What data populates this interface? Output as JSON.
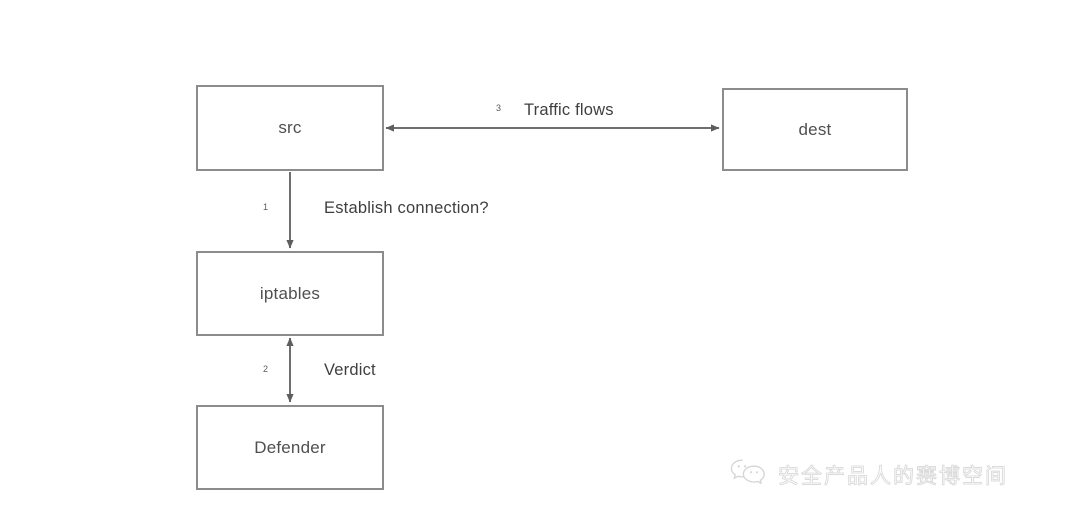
{
  "diagram": {
    "background_color": "#ffffff",
    "box_border_color": "#8c8c8c",
    "text_color": "#4f4f4f",
    "edge_color": "#6e6e6e",
    "nodes": [
      {
        "id": "src",
        "label": "src"
      },
      {
        "id": "dest",
        "label": "dest"
      },
      {
        "id": "iptables",
        "label": "iptables"
      },
      {
        "id": "defender",
        "label": "Defender"
      }
    ],
    "edges": [
      {
        "id": "traffic-flows",
        "number": "3",
        "label": "Traffic flows",
        "from": "src",
        "to": "dest",
        "direction": "bidirectional",
        "orientation": "horizontal"
      },
      {
        "id": "establish-connection",
        "number": "1",
        "label": "Establish connection?",
        "from": "src",
        "to": "iptables",
        "direction": "one-way",
        "orientation": "vertical"
      },
      {
        "id": "verdict",
        "number": "2",
        "label": "Verdict",
        "from": "iptables",
        "to": "defender",
        "direction": "bidirectional",
        "orientation": "vertical"
      }
    ]
  },
  "watermark": {
    "icon": "wechat-icon",
    "text": "安全产品人的赛博空间",
    "color": "#d8d8d8"
  }
}
